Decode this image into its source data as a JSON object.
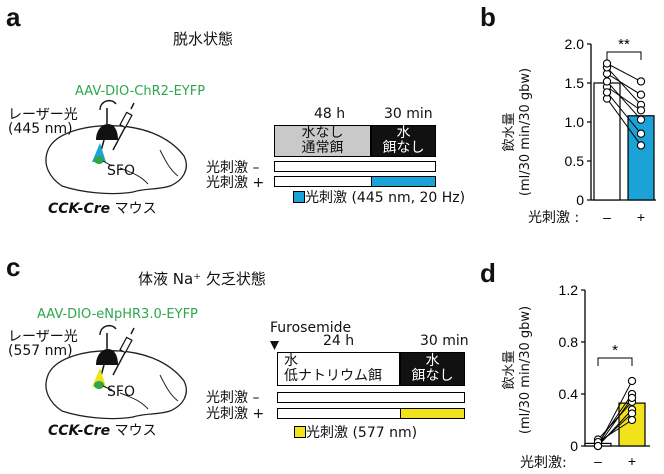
{
  "panel_a": {
    "letter": "a",
    "title": "脱水状態",
    "virus": "AAV-DIO-ChR2-EYFP",
    "laser_label": "レーザー光",
    "laser_nm": "(445 nm)",
    "region": "SFO",
    "mouse_strain": "CCK-Cre",
    "mouse_word": " マウス",
    "timeline": {
      "seg1_time": "48 h",
      "seg2_time": "30 min",
      "seg1_line1": "水なし",
      "seg1_line2": "通常餌",
      "seg2_line1": "水",
      "seg2_line2": "餌なし"
    },
    "stim_off": "光刺激 –",
    "stim_on": "光刺激 +",
    "legend": "光刺激 (445 nm, 20 Hz)",
    "stim_color": "#1ba3d8"
  },
  "panel_b": {
    "letter": "b",
    "ylabel": "飲水量\n(ml/30 min/30 gbw)",
    "xlabel": "光刺激 :",
    "xticks": [
      "–",
      "+"
    ],
    "yticks": [
      "0",
      "0.5",
      "1.0",
      "1.5",
      "2.0"
    ],
    "sig": "**"
  },
  "panel_c": {
    "letter": "c",
    "title": "体液 Na⁺ 欠乏状態",
    "virus": "AAV-DIO-eNpHR3.0-EYFP",
    "laser_label": "レーザー光",
    "laser_nm": "(557 nm)",
    "region": "SFO",
    "mouse_strain": "CCK-Cre",
    "mouse_word": " マウス",
    "timeline": {
      "drug": "Furosemide",
      "seg1_time": "24 h",
      "seg2_time": "30 min",
      "seg1_line1": "水",
      "seg1_line2": "低ナトリウム餌",
      "seg2_line1": "水",
      "seg2_line2": "餌なし"
    },
    "stim_off": "光刺激 –",
    "stim_on": "光刺激 +",
    "legend": "光刺激 (577 nm)",
    "stim_color": "#f2e21c"
  },
  "panel_d": {
    "letter": "d",
    "ylabel": "飲水量\n(ml/30 min/30 gbw)",
    "xlabel": "光刺激:",
    "xticks": [
      "–",
      "+"
    ],
    "yticks": [
      "0",
      "0.4",
      "0.8",
      "1.2"
    ],
    "sig": "*"
  },
  "chart_data": [
    {
      "type": "bar",
      "ylabel": "飲水量 (ml/30 min/30 gbw)",
      "xlabel": "光刺激",
      "categories": [
        "–",
        "+"
      ],
      "values": [
        1.5,
        1.08
      ],
      "colors": [
        "#ffffff",
        "#1ba3d8"
      ],
      "ylim": [
        0,
        2.0
      ],
      "paired_points": [
        [
          1.62,
          1.35
        ],
        [
          1.7,
          1.22
        ],
        [
          1.75,
          1.52
        ],
        [
          1.45,
          1.15
        ],
        [
          1.52,
          1.03
        ],
        [
          1.3,
          0.7
        ],
        [
          1.38,
          0.85
        ]
      ],
      "significance": "**"
    },
    {
      "type": "bar",
      "ylabel": "飲水量 (ml/30 min/30 gbw)",
      "xlabel": "光刺激",
      "categories": [
        "–",
        "+"
      ],
      "values": [
        0.02,
        0.33
      ],
      "colors": [
        "#ffffff",
        "#f2e21c"
      ],
      "ylim": [
        0,
        1.2
      ],
      "paired_points": [
        [
          0.0,
          0.5
        ],
        [
          0.02,
          0.4
        ],
        [
          0.05,
          0.34
        ],
        [
          0.0,
          0.28
        ],
        [
          0.01,
          0.25
        ],
        [
          0.03,
          0.2
        ],
        [
          0.0,
          0.37
        ]
      ],
      "significance": "*"
    }
  ]
}
